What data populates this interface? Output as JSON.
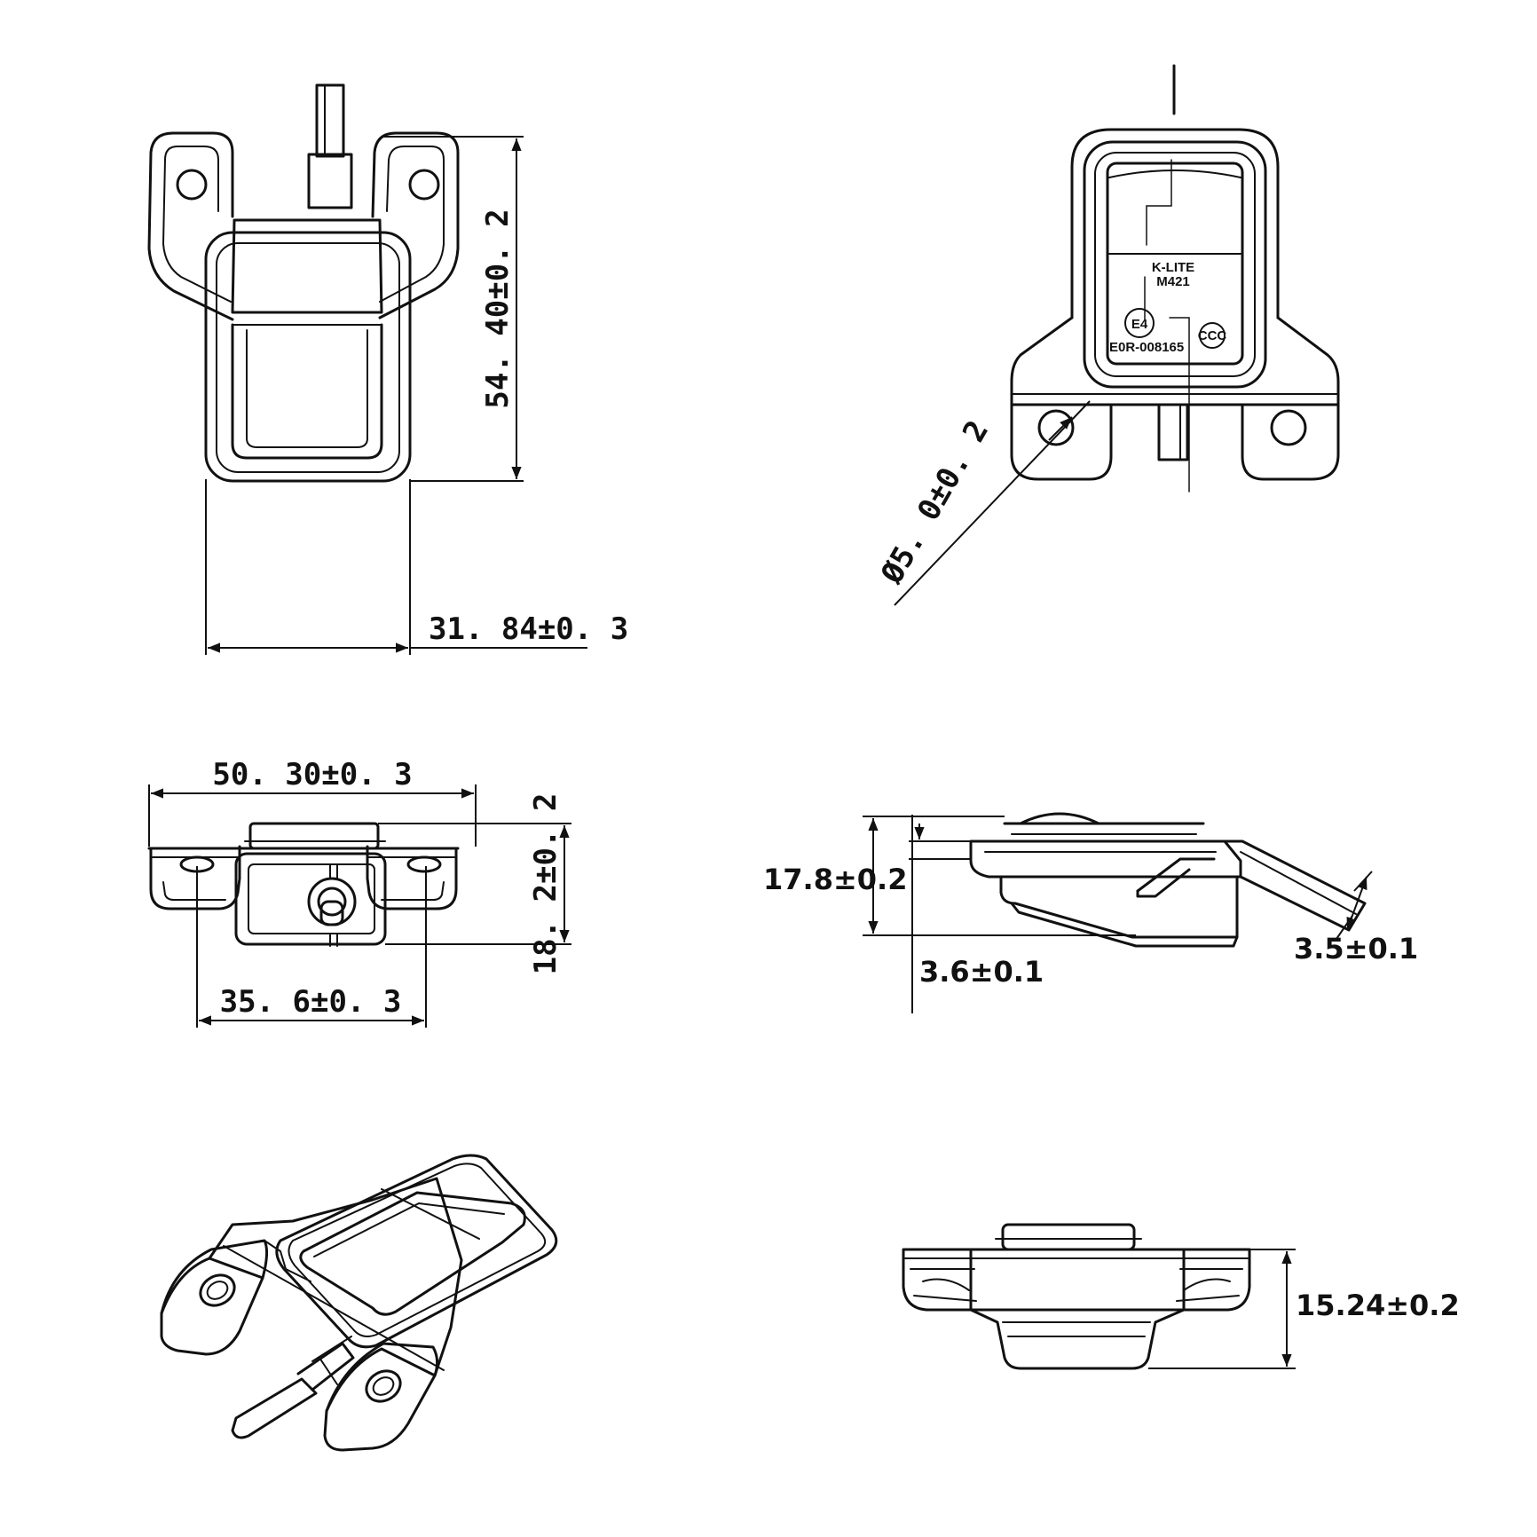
{
  "front_view": {
    "height_dim": "54. 40±0. 2",
    "width_dim": "31. 84±0. 3"
  },
  "face_view": {
    "brand": "K-LITE",
    "model": "M421",
    "emark": "E4",
    "approval": "E0R-008165",
    "ccc": "CCC",
    "hole_dim": "Ø5. 0±0. 2"
  },
  "top_view": {
    "overall_width_dim": "50. 30±0. 3",
    "hole_spacing_dim": "35. 6±0. 3",
    "height_dim": "18. 2±0. 2"
  },
  "side_view": {
    "height_dim": "17.8±0.2",
    "flange_dim": "3.6±0.1",
    "tab_dim": "3.5±0.1"
  },
  "bottom_view": {
    "depth_dim": "15.24±0.2"
  }
}
